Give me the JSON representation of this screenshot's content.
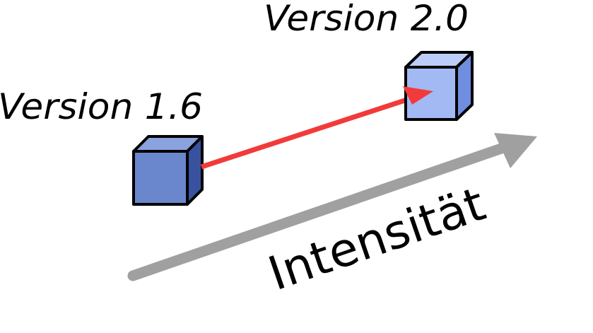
{
  "labels": {
    "version_old": "Version 1.6",
    "version_new": "Version 2.0",
    "axis": "Intensität"
  },
  "colors": {
    "cube_old_front": "#6a86cc",
    "cube_old_top": "#8aa2dd",
    "cube_old_side": "#3852a0",
    "cube_new_front": "#a2b9f4",
    "cube_new_top": "#bccdfa",
    "cube_new_side": "#6f8ee0",
    "transition_arrow": "#f23a3a",
    "axis_arrow": "#a0a0a0",
    "outline": "#000000"
  }
}
